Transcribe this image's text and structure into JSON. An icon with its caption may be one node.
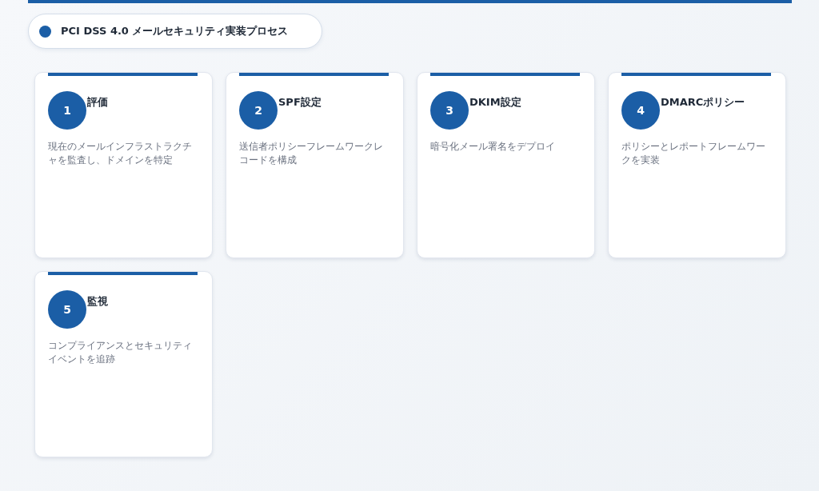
{
  "diagram": {
    "title": "PCI DSS 4.0 メールセキュリティ実装プロセス",
    "nodes": [
      {
        "text": [
          "評価",
          "現在のメールインフラストラクチャを監査し、ドメインを特定"
        ]
      },
      {
        "text": [
          "1"
        ],
        "in": 0
      },
      {
        "text": [
          "SPF設定",
          "送信者ポリシーフレームワークレコードを構成"
        ]
      },
      {
        "text": [
          "2"
        ],
        "in": 2
      },
      {
        "text": [
          "DKIM設定",
          "暗号化メール署名をデプロイ"
        ]
      },
      {
        "text": [
          "3"
        ],
        "in": 4
      },
      {
        "text": [
          "DMARCポリシー",
          "ポリシーとレポートフレームワークを実装"
        ]
      },
      {
        "text": [
          "4"
        ],
        "in": 6
      },
      {
        "text": [
          "監視",
          "コンプライアンスとセキュリティイベントを追跡"
        ]
      },
      {
        "text": [
          "5"
        ],
        "in": 8
      }
    ]
  }
}
